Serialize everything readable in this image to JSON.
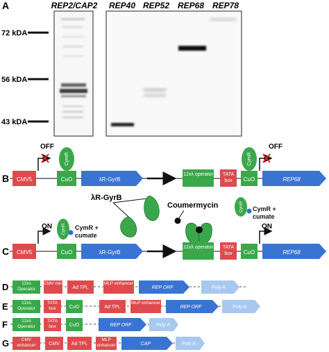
{
  "colors": {
    "red": "#dd4b4e",
    "green": "#3aa84a",
    "blue": "#3a74d2",
    "lightblue": "#a7c8ef",
    "dotblue": "#2e6fd6",
    "cross": "#e02020"
  },
  "panel_a": {
    "label": "A",
    "lanes": [
      "REP2/CAP2",
      "REP40",
      "REP52",
      "REP68",
      "REP78"
    ],
    "markers": [
      "72 kDA",
      "56 kDA",
      "43 kDA"
    ]
  },
  "panel_b": {
    "label": "B",
    "off_1": "OFF",
    "off_2": "OFF",
    "cymr": "CymR",
    "cmv5": "CMV5",
    "cuo": "CuO",
    "gyrb": "λR-GyrB",
    "operator": "12xλ operator",
    "tata": "TATA box",
    "rep68": "REP68"
  },
  "panel_c": {
    "label": "C",
    "gyrb_label": "λR-GyrB",
    "coumermycin": "Coumermycin",
    "on_1": "ON",
    "on_2": "ON",
    "cumate_1": "CymR + cumate",
    "cumate_2": "CymR + cumate",
    "cymr": "CymR",
    "cmv5": "CMV5",
    "cuo": "CuO",
    "gyrb": "λR-GyrB",
    "operator": "12xλ operator",
    "tata": "TATA box",
    "rep68": "REP68"
  },
  "panel_d": {
    "label": "D",
    "operator": "12xλ Operator",
    "cmv_min": "CMV min",
    "ad_tpl": "Ad TPL",
    "mlp": "MLP enhancer",
    "orf": "REP ORF",
    "polya": "Poly A"
  },
  "panel_e": {
    "label": "E",
    "operator": "12xλ Operator",
    "tata": "TATA box",
    "cuo": "CuO",
    "ad_tpl": "Ad TPL",
    "mlp": "MLP enhancer",
    "orf": "REP ORF",
    "polya": "Poly A"
  },
  "panel_f": {
    "label": "F",
    "operator": "12xλ Operator",
    "tata": "TATA box",
    "cuo": "CuO",
    "orf": "REP ORF",
    "polya": "Poly A"
  },
  "panel_g": {
    "label": "G",
    "cmv_enh": "CMV enhancer",
    "cmv": "CMV",
    "ad_tpl": "Ad TPL",
    "mlp": "MLP enhancer",
    "cap": "CAP",
    "polya": "Poly A"
  }
}
